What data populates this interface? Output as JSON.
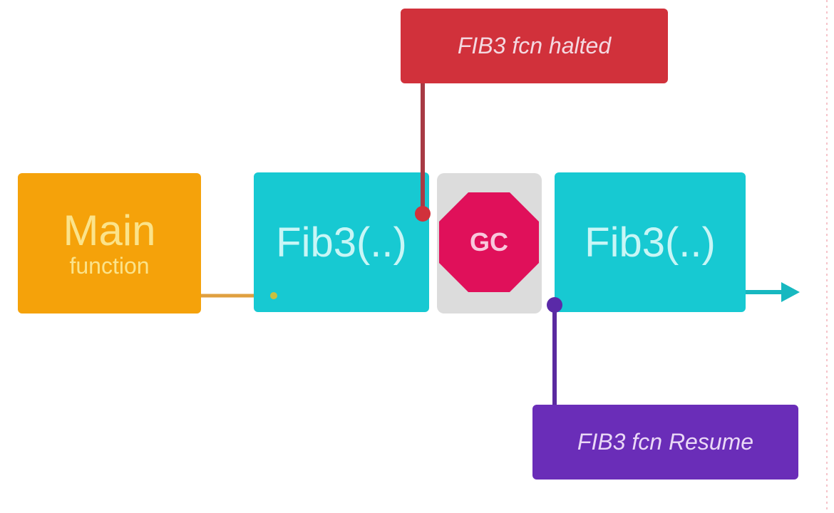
{
  "main_box": {
    "title": "Main",
    "subtitle": "function"
  },
  "fib_box_1": {
    "label": "Fib3(..)"
  },
  "fib_box_2": {
    "label": "Fib3(..)"
  },
  "gc": {
    "label": "GC"
  },
  "callout_halted": {
    "text": "FIB3 fcn halted"
  },
  "callout_resume": {
    "text": "FIB3 fcn Resume"
  },
  "colors": {
    "main": "#f5a20a",
    "fib": "#17c9d2",
    "gc": "#e0105a",
    "halted": "#d1313b",
    "resume": "#6a2db8"
  }
}
